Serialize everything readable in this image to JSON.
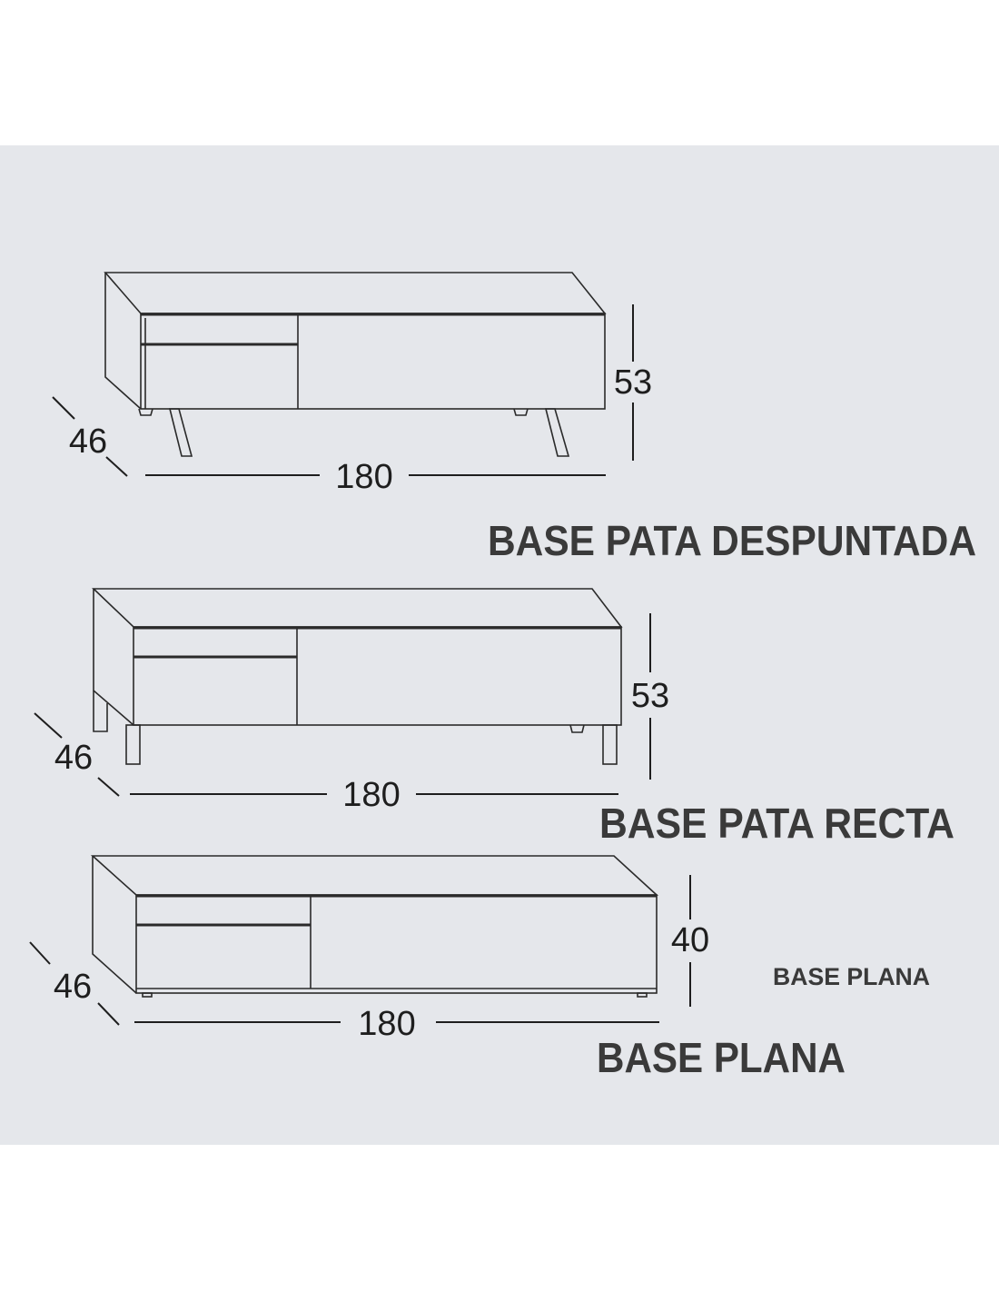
{
  "variants": [
    {
      "title": "BASE PATA DESPUNTADA",
      "width": "180",
      "depth": "46",
      "height": "53"
    },
    {
      "title": "BASE PATA RECTA",
      "width": "180",
      "depth": "46",
      "height": "53"
    },
    {
      "title": "BASE PLANA",
      "subtitle": "BASE PLANA",
      "width": "180",
      "depth": "46",
      "height": "40"
    }
  ],
  "colors": {
    "background": "#e5e7eb",
    "line": "#2a2a2a",
    "title": "#3a3a3a"
  }
}
